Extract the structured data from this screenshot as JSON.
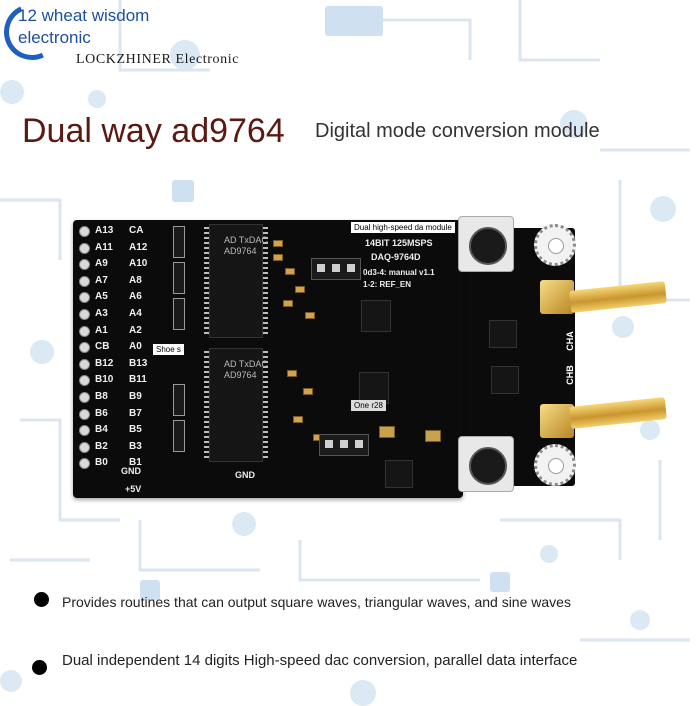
{
  "brand": {
    "line1": "12 wheat wisdom",
    "line2": "electronic",
    "line3": "LOCKZHINER  Electronic"
  },
  "title": {
    "main": "Dual way ad9764",
    "sub": "Digital mode conversion module"
  },
  "board": {
    "pin_labels_left": [
      "A13",
      "A11",
      "A9",
      "A7",
      "A5",
      "A3",
      "A1",
      "CB",
      "B12",
      "B10",
      "B8",
      "B6",
      "B4",
      "B2",
      "B0"
    ],
    "pin_labels_right": [
      "CA",
      "A12",
      "A10",
      "A8",
      "A6",
      "A4",
      "A2",
      "A0",
      "B13",
      "B11",
      "B9",
      "B7",
      "B5",
      "B3",
      "B1"
    ],
    "gnd_label": "GND",
    "gnd_label_2": "GND",
    "vcc_label": "+5V",
    "chip_logo": "AD",
    "chip_text": "TxDAC",
    "chip_part": "AD9764",
    "module_label": "Dual high-speed da module",
    "spec_line": "14BIT 125MSPS",
    "model": "DAQ-9764D",
    "jumper_note_1": "0d3-4: manual v1.1",
    "jumper_note_2": "1-2: REF_EN",
    "cha_label": "CHA",
    "chb_label": "CHB",
    "note_shoes": "Shoe s",
    "note_one": "One r28"
  },
  "features": [
    "Provides routines that can output square waves, triangular waves, and sine waves",
    "Dual independent 14 digits   High-speed dac conversion, parallel data interface"
  ]
}
